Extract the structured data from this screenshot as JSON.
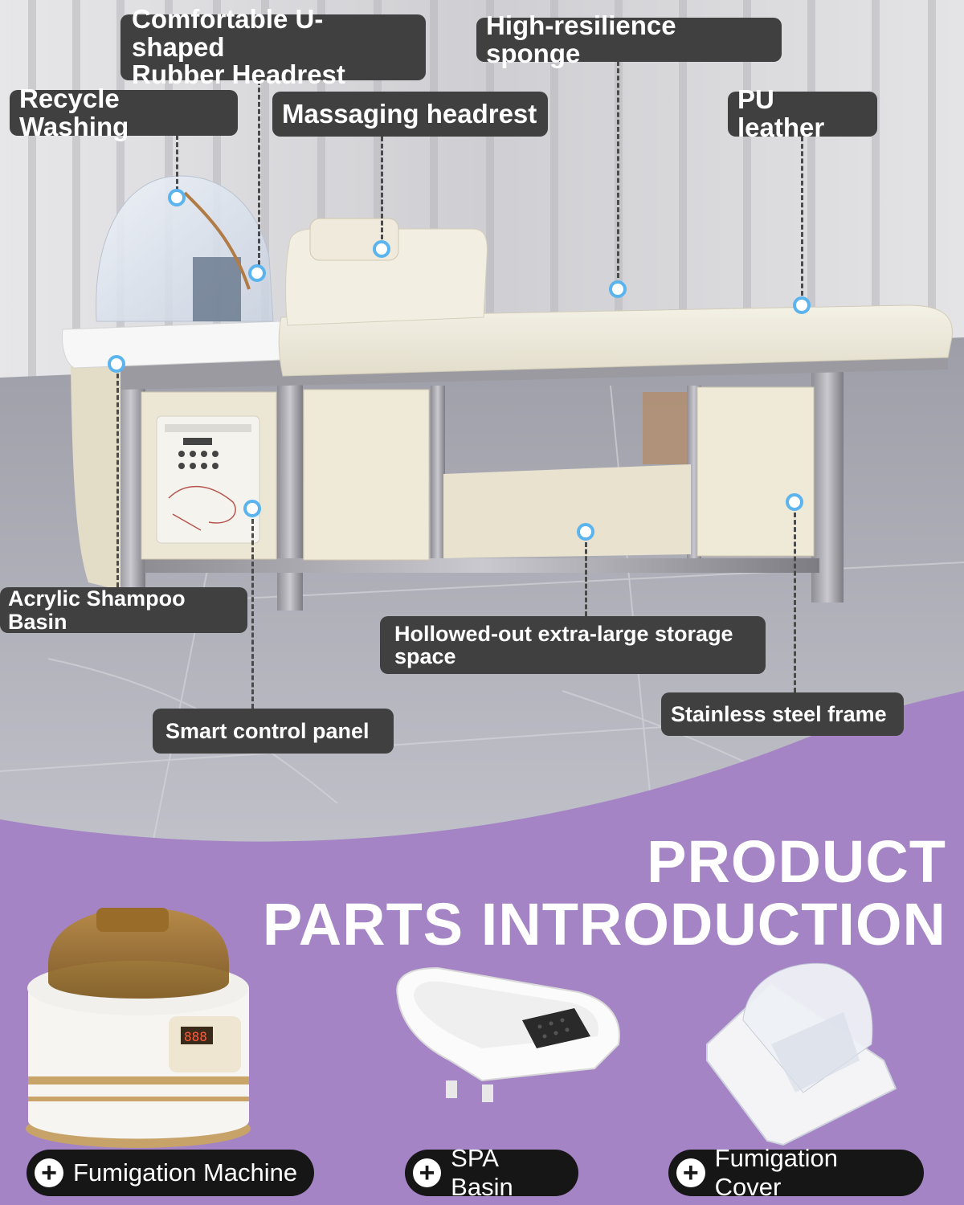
{
  "callouts": {
    "u_headrest": "Comfortable U-shaped\nRubber Headrest",
    "sponge": "High-resilience sponge",
    "recycle": "Recycle Washing",
    "massaging": "Massaging headrest",
    "pu_leather": "PU leather",
    "acrylic_basin": "Acrylic Shampoo Basin",
    "storage": "Hollowed-out extra-large storage\nspace",
    "steel_frame": "Stainless steel frame",
    "control_panel": "Smart control panel"
  },
  "heading": {
    "line1": "PRODUCT",
    "line2": "PARTS INTRODUCTION"
  },
  "parts": [
    {
      "label": "Fumigation Machine"
    },
    {
      "label": "SPA Basin"
    },
    {
      "label": "Fumigation Cover"
    }
  ],
  "steamer_display": "888",
  "colors": {
    "accent_purple": "#a484c4",
    "label_bg": "#404040",
    "dot_ring": "#5bb4ee",
    "pill_bg": "#161616"
  }
}
